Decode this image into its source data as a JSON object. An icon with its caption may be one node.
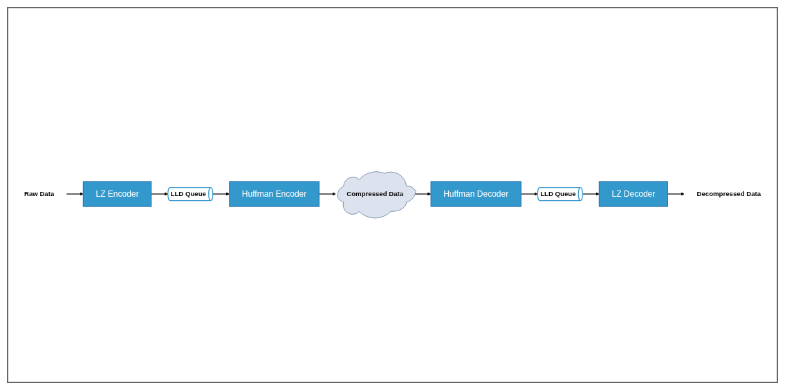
{
  "diagram": {
    "nodes": [
      {
        "text": [
          "Raw Data"
        ]
      },
      {
        "text": [
          "LZ Encoder"
        ]
      },
      {
        "text": [
          "LLD Queue"
        ]
      },
      {
        "text": [
          "Huffman Encoder"
        ]
      },
      {
        "text": [
          "Compressed Data"
        ]
      },
      {
        "text": [
          "Huffman Decoder"
        ]
      },
      {
        "text": [
          "LLD Queue"
        ]
      },
      {
        "text": [
          "LZ Decoder"
        ]
      },
      {
        "text": [
          "Decompressed Data"
        ]
      }
    ],
    "edges": [
      {
        "from": 0,
        "to": 1,
        "arrow": "to"
      },
      {
        "from": 1,
        "to": 2,
        "arrow": "to"
      },
      {
        "from": 2,
        "to": 3,
        "arrow": "to"
      },
      {
        "from": 3,
        "to": 4,
        "arrow": "to"
      },
      {
        "from": 4,
        "to": 5,
        "arrow": "to"
      },
      {
        "from": 5,
        "to": 6,
        "arrow": "to"
      },
      {
        "from": 6,
        "to": 7,
        "arrow": "to"
      },
      {
        "from": 7,
        "to": 8,
        "arrow": "to"
      }
    ]
  }
}
